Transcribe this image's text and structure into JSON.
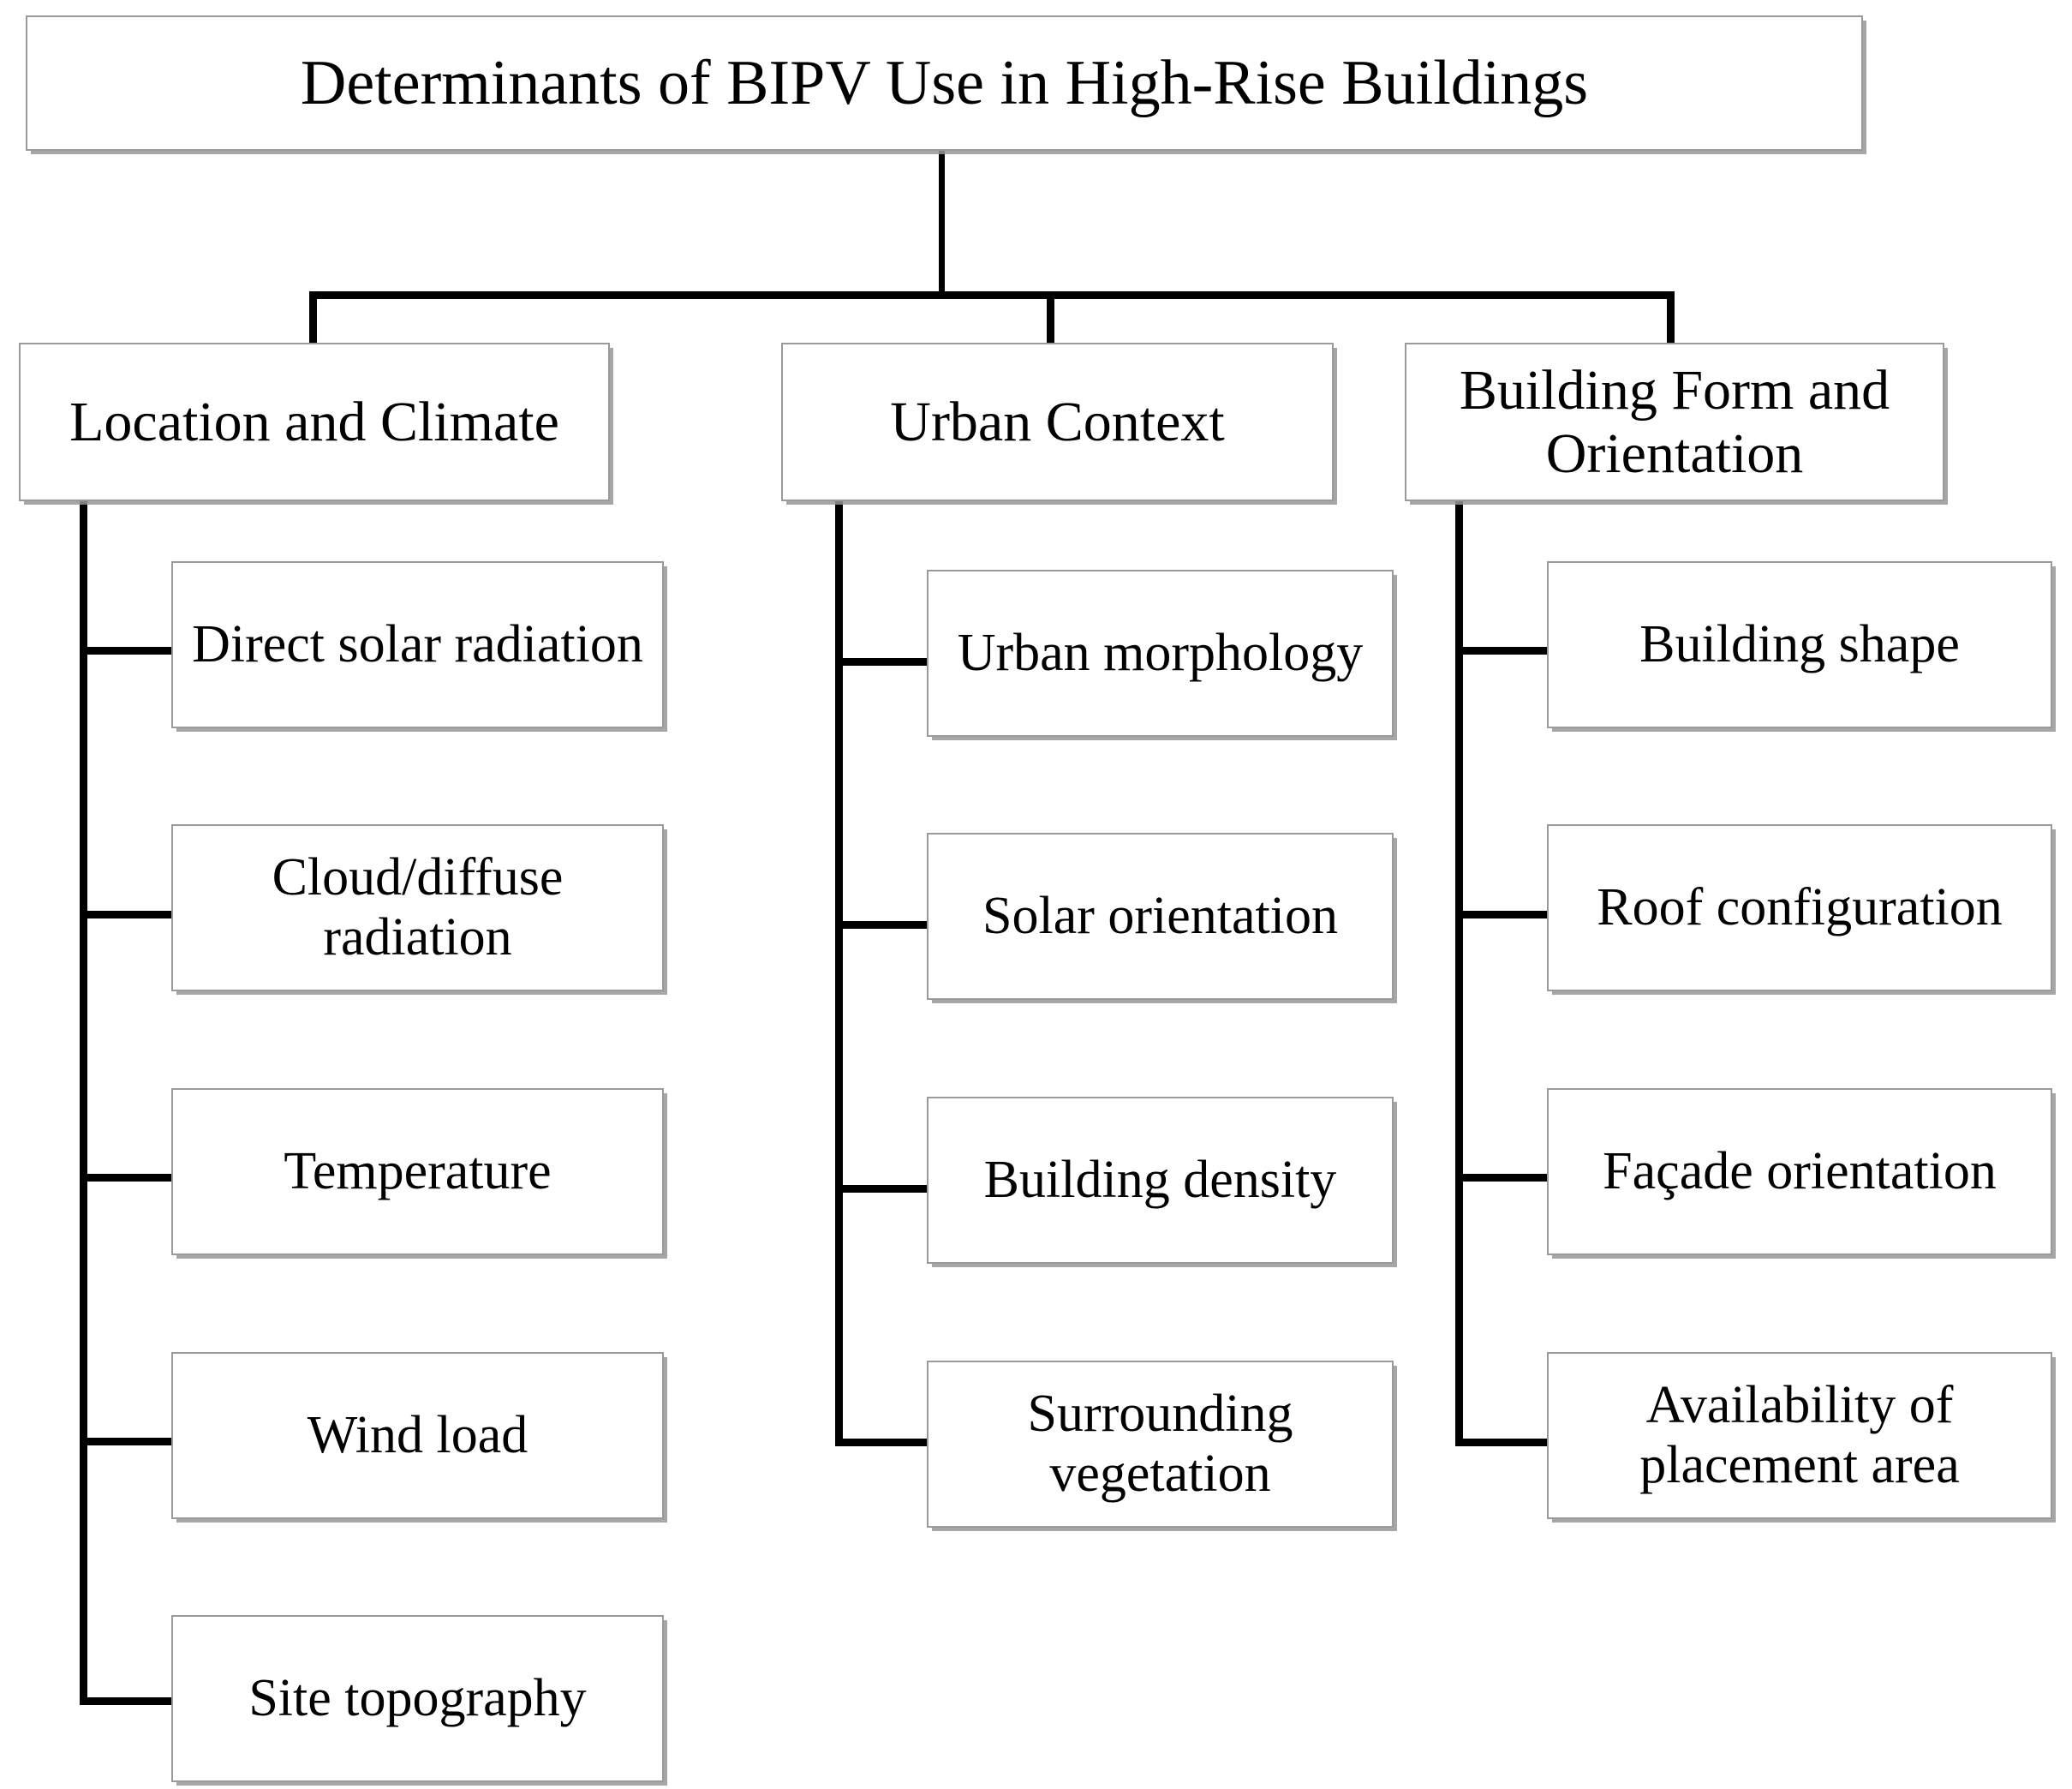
{
  "diagram": {
    "type": "hierarchy-tree",
    "title": "Determinants of BIPV Use in High-Rise Buildings",
    "colors": {
      "box_fill": "#ffffff",
      "box_border": "#9a9a9a",
      "box_shadow": "#969696",
      "connector": "#000000",
      "text": "#000000",
      "background": "#ffffff"
    },
    "root": {
      "label": "Determinants of BIPV Use in High-Rise Buildings"
    },
    "branches": [
      {
        "label": "Location and Climate",
        "children": [
          {
            "label": "Direct solar radiation"
          },
          {
            "label": "Cloud/diffuse radiation"
          },
          {
            "label": "Temperature"
          },
          {
            "label": "Wind load"
          },
          {
            "label": "Site topography"
          }
        ]
      },
      {
        "label": "Urban Context",
        "children": [
          {
            "label": "Urban morphology"
          },
          {
            "label": "Solar orientation"
          },
          {
            "label": "Building density"
          },
          {
            "label": "Surrounding vegetation"
          }
        ]
      },
      {
        "label": "Building Form and Orientation",
        "children": [
          {
            "label": "Building shape"
          },
          {
            "label": "Roof configuration"
          },
          {
            "label": "Façade orientation"
          },
          {
            "label": "Availability of placement area"
          }
        ]
      }
    ]
  }
}
